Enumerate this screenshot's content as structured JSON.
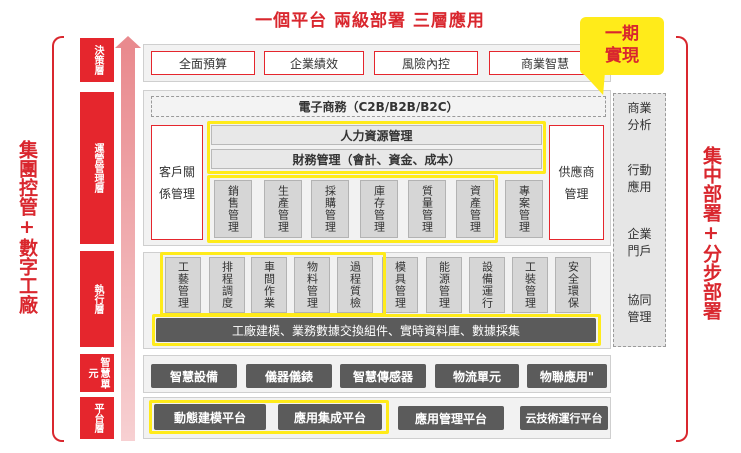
{
  "title": "一個平台  兩級部署  三層應用",
  "left_label": "集團控管+數字工廠",
  "right_label": "集中部署+分步部署",
  "callout": {
    "line1": "一期",
    "line2": "實現"
  },
  "layers": {
    "decision": "決策層",
    "operation": "運營管理層",
    "execution": "執行層",
    "smart_unit": "智慧單元",
    "platform": "平台層"
  },
  "decision_items": [
    "全面預算",
    "企業績效",
    "風險內控",
    "商業智慧"
  ],
  "ecommerce": "電子商務（C2B/B2B/B2C）",
  "crm": "客戶關係管理",
  "hr": "人力資源管理",
  "finance": "財務管理（會計、資金、成本）",
  "scm": "供應商管理",
  "operation_modules": [
    "銷售管理",
    "生產管理",
    "採購管理",
    "庫存管理",
    "質量管理",
    "資產管理",
    "專案管理"
  ],
  "execution_modules": [
    "工藝管理",
    "排程調度",
    "車間作業",
    "物料管理",
    "過程質檢",
    "模具管理",
    "能源管理",
    "設備運行",
    "工裝管理",
    "安全環保"
  ],
  "factory_bar": "工廠建模、業務數據交換組件、實時資料庫、數據採集",
  "smart_items": [
    "智慧設備",
    "儀器儀錶",
    "智慧傳感器",
    "物流單元",
    "物聯應用\""
  ],
  "platform_items": [
    "動態建模平台",
    "應用集成平台",
    "應用管理平台",
    "云技術運行平台"
  ],
  "right_column": [
    "商業分析",
    "行動應用",
    "企業門戶",
    "協同管理"
  ]
}
